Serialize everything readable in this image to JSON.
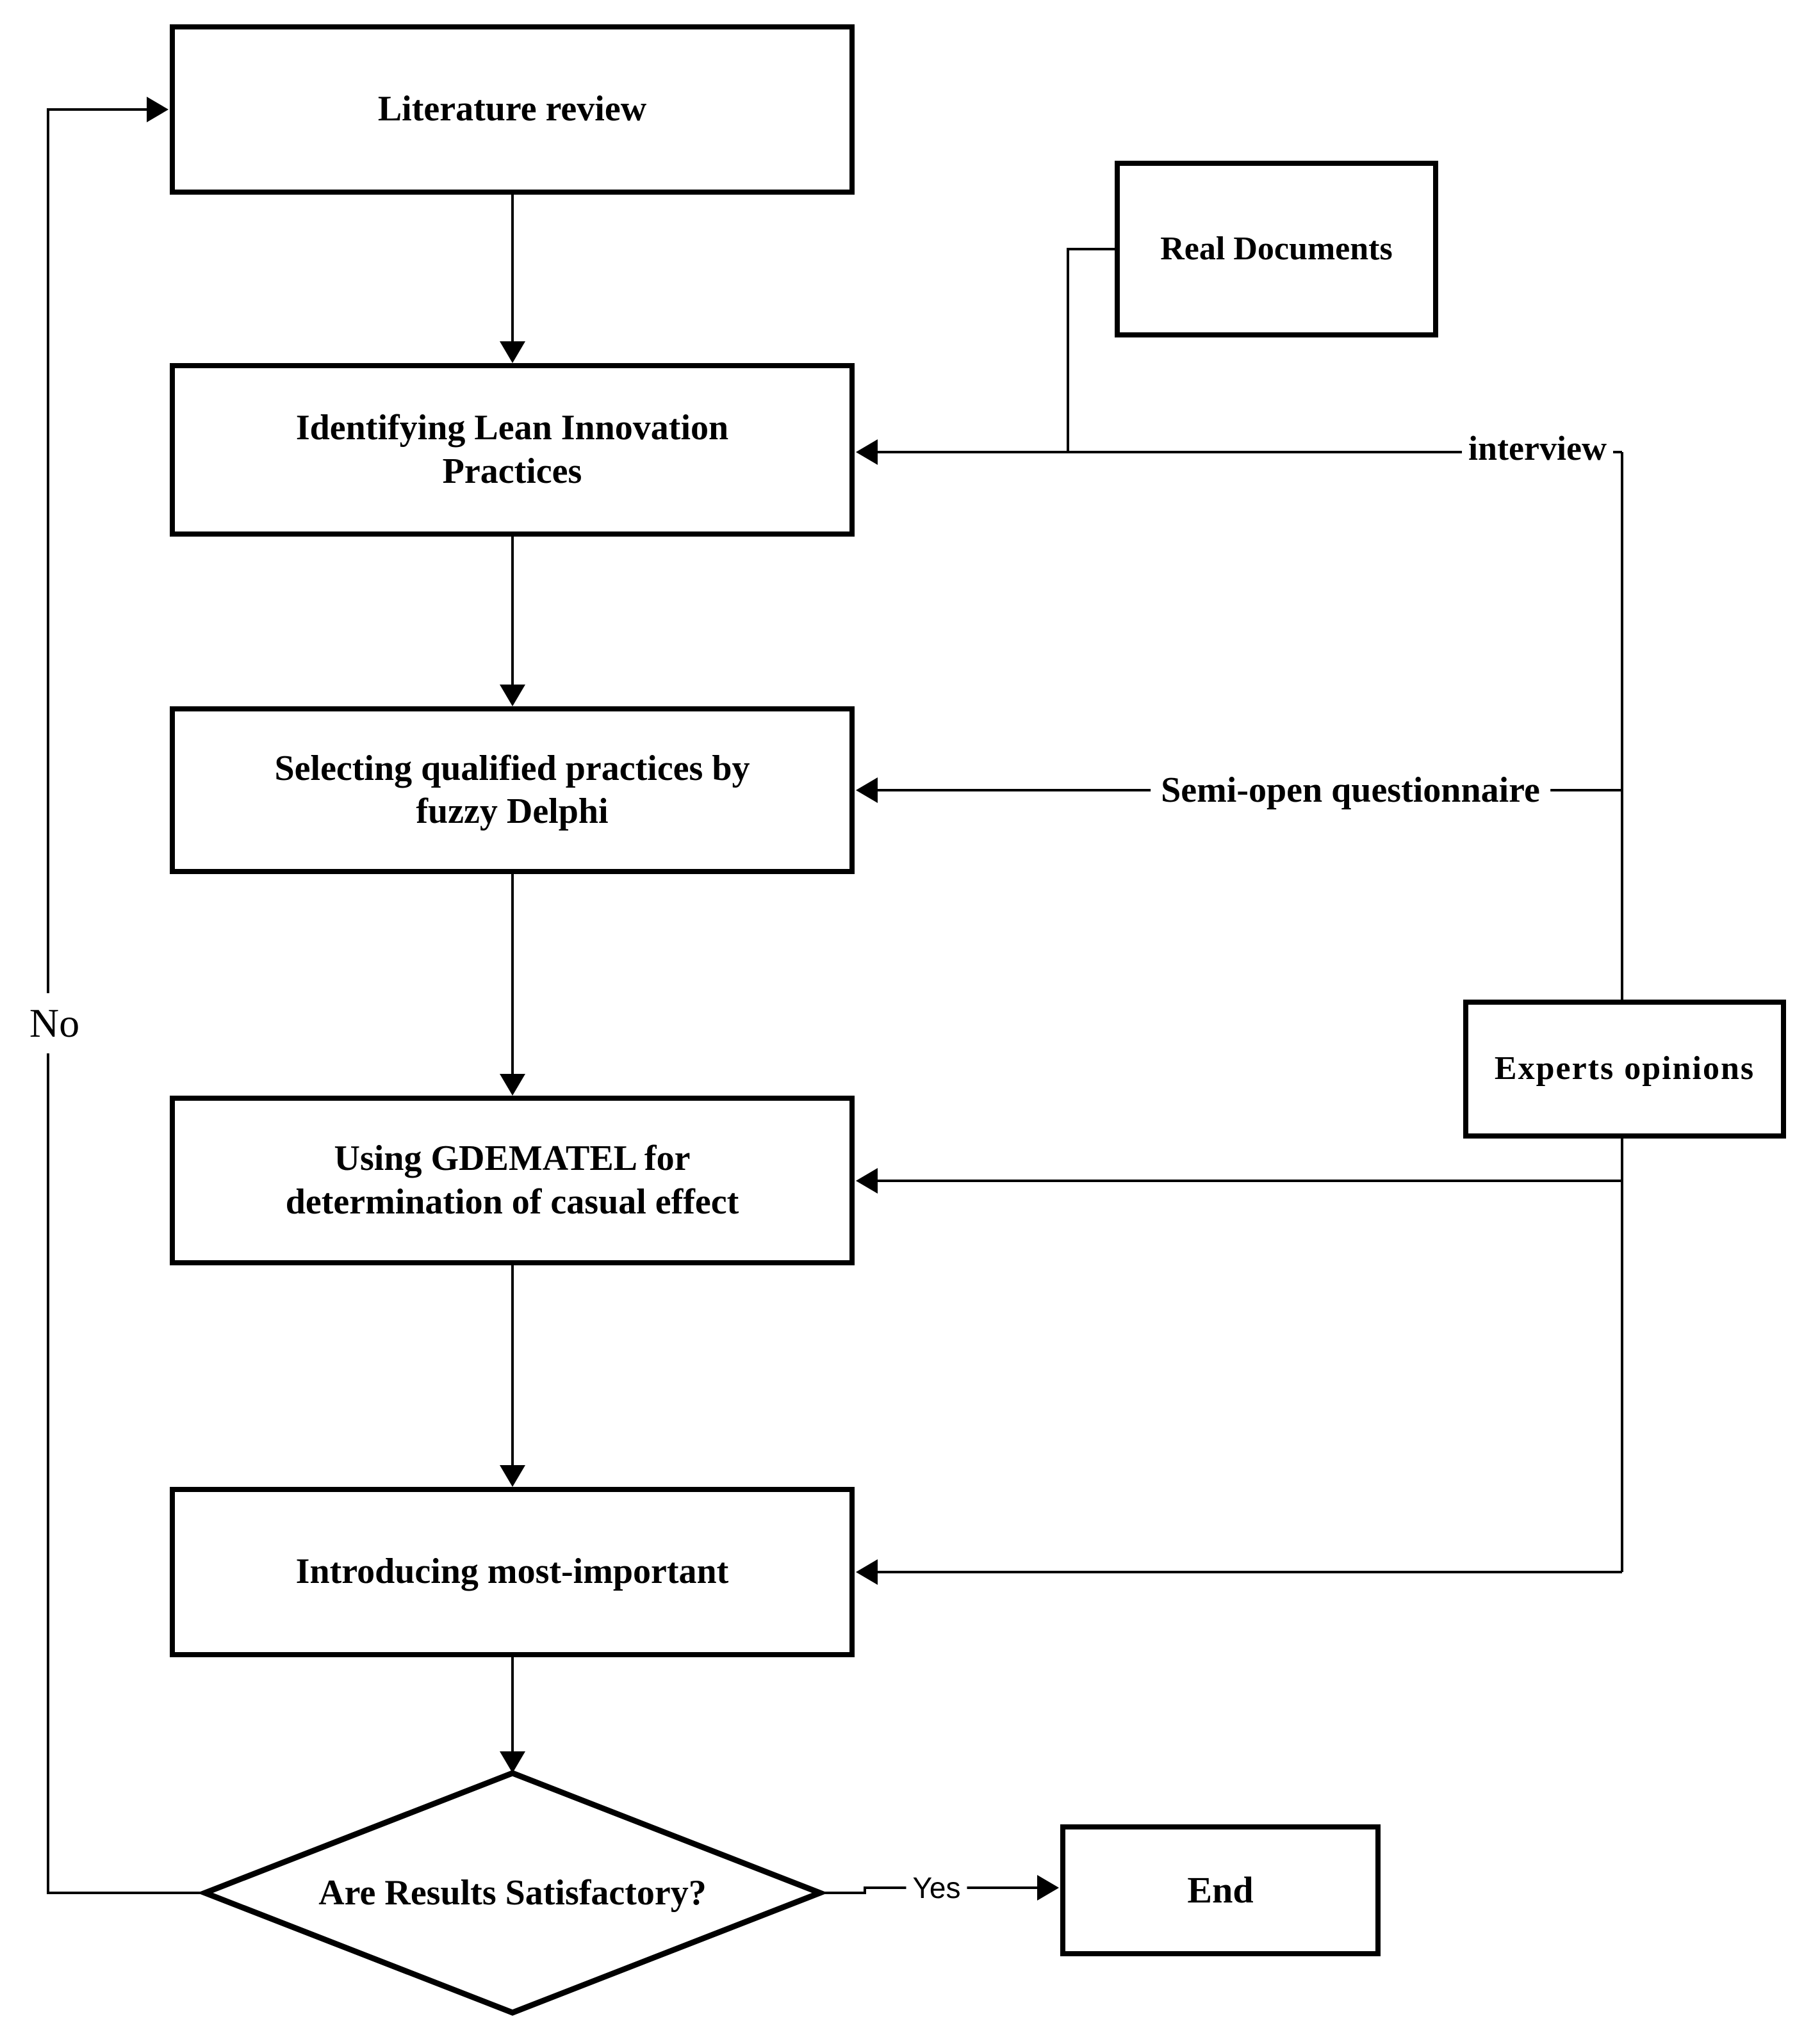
{
  "flowchart": {
    "colors": {
      "line": "#000000",
      "node_fill": "#ffffff",
      "background": "#ffffff"
    },
    "nodes": {
      "literature": {
        "type": "process",
        "lines": [
          "Literature review"
        ]
      },
      "identifying": {
        "type": "process",
        "lines": [
          "Identifying Lean Innovation",
          "Practices"
        ]
      },
      "selecting": {
        "type": "process",
        "lines": [
          "Selecting qualified practices by",
          "fuzzy Delphi"
        ]
      },
      "gdematel": {
        "type": "process",
        "lines": [
          "Using GDEMATEL for",
          "determination of casual effect"
        ]
      },
      "introducing": {
        "type": "process",
        "lines": [
          "Introducing most-important"
        ]
      },
      "decision": {
        "type": "decision",
        "lines": [
          "Are Results Satisfactory?"
        ]
      },
      "end": {
        "type": "terminal",
        "lines": [
          "End"
        ]
      },
      "real_documents": {
        "type": "input",
        "lines": [
          "Real Documents"
        ]
      },
      "experts_opinions": {
        "type": "input",
        "lines": [
          "Experts opinions"
        ]
      }
    },
    "edge_labels": {
      "interview": "interview",
      "semi_open": "Semi-open questionnaire",
      "yes": "Yes",
      "no": "No"
    }
  }
}
